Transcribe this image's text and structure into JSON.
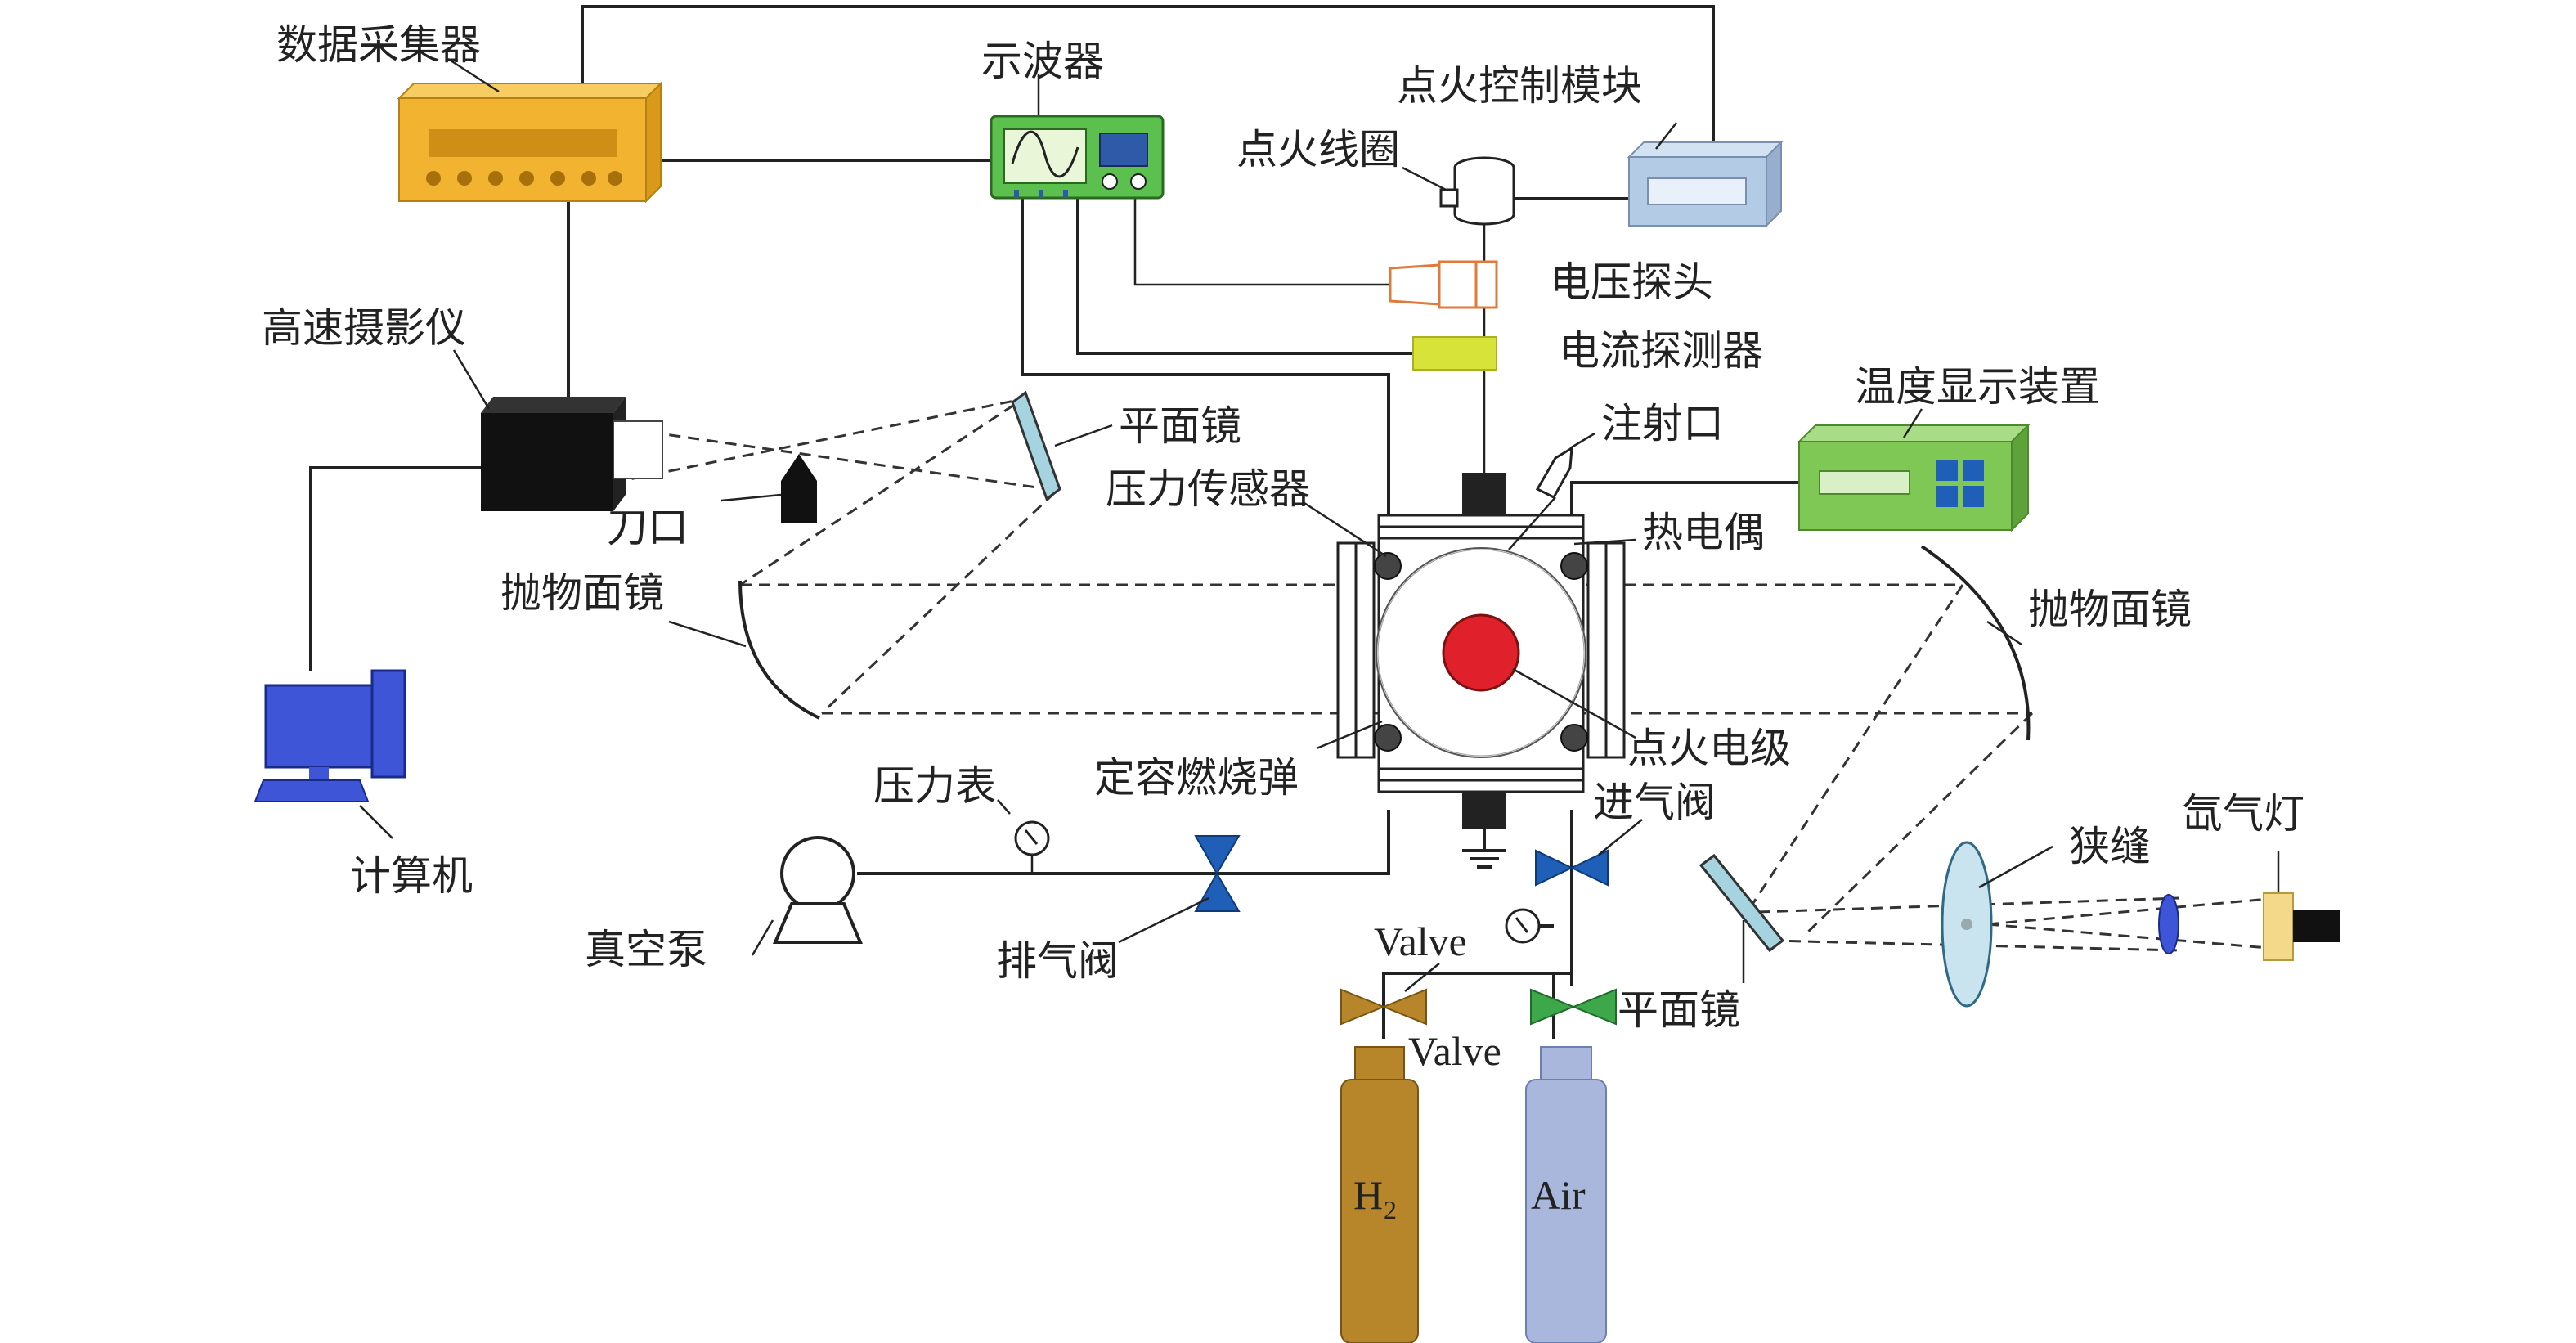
{
  "labels": {
    "data_acquisition": "数据采集器",
    "oscilloscope": "示波器",
    "ignition_control": "点火控制模块",
    "ignition_coil": "点火线圈",
    "voltage_probe": "电压探头",
    "current_probe": "电流探测器",
    "high_speed_camera": "高速摄影仪",
    "plane_mirror_top": "平面镜",
    "knife_edge": "刀口",
    "pressure_sensor": "压力传感器",
    "injection_port": "注射口",
    "temperature_display": "温度显示装置",
    "thermocouple": "热电偶",
    "parabolic_mirror_left": "抛物面镜",
    "parabolic_mirror_right": "抛物面镜",
    "computer": "计算机",
    "pressure_gauge": "压力表",
    "constant_volume_bomb": "定容燃烧弹",
    "ignition_electrode": "点火电级",
    "inlet_valve": "进气阀",
    "vacuum_pump": "真空泵",
    "exhaust_valve": "排气阀",
    "valve_upper": "Valve",
    "valve_lower": "Valve",
    "plane_mirror_bottom": "平面镜",
    "slit": "狭缝",
    "xenon_lamp": "氙气灯",
    "h2_cylinder": "H",
    "h2_subscript": "2",
    "air_cylinder": "Air"
  },
  "colors": {
    "daq_body": "#f2b430",
    "oscilloscope_body": "#5cc04f",
    "control_module": "#b4cbe6",
    "temp_display_body": "#7fc856",
    "voltage_probe": "#e07a3a",
    "current_probe": "#d8e33a",
    "camera_body": "#111111",
    "computer_blue": "#3d55d6",
    "ignition_dot": "#e0202a",
    "valve_blue": "#1f5fb8",
    "valve_brown": "#b8862a",
    "valve_green": "#3da84a",
    "h2_cylinder": "#b8862a",
    "air_cylinder": "#a9b7dd",
    "lens": "#c9e3ef",
    "xenon_lamp": "#f5d98a"
  },
  "icons": [
    "camera-icon",
    "oscilloscope-icon",
    "computer-icon",
    "pump-icon",
    "gauge-icon",
    "valve-icon",
    "cylinder-icon",
    "lens-icon",
    "lamp-icon"
  ]
}
